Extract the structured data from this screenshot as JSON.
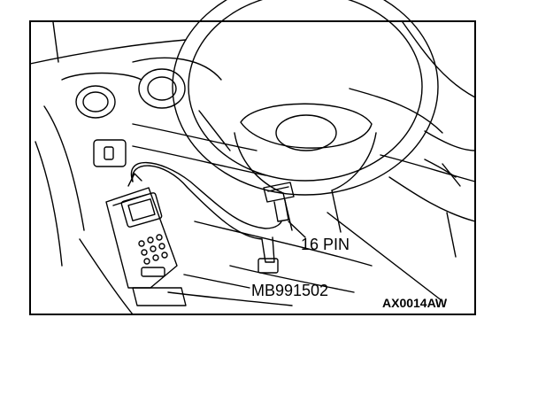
{
  "labels": {
    "connector": "16 PIN",
    "tool": "MB991502",
    "figure_code": "AX0014AW"
  }
}
